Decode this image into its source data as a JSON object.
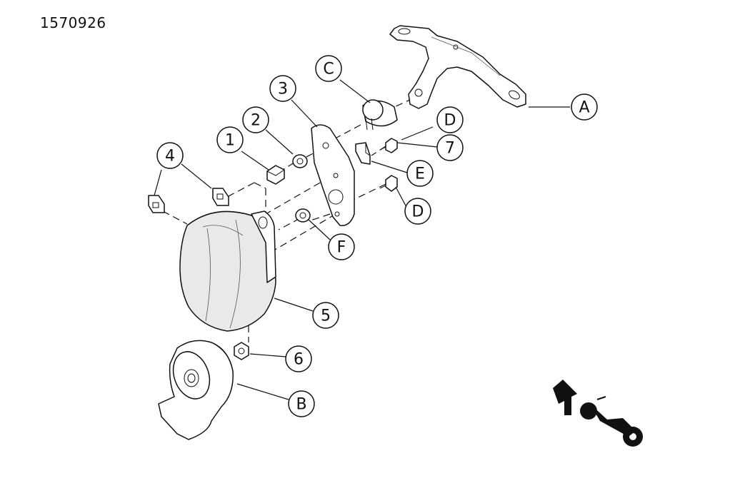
{
  "figure_number": "1570926",
  "callouts": [
    {
      "id": "A",
      "label": "A"
    },
    {
      "id": "B",
      "label": "B"
    },
    {
      "id": "C",
      "label": "C"
    },
    {
      "id": "D-upper",
      "label": "D"
    },
    {
      "id": "D-lower",
      "label": "D"
    },
    {
      "id": "E",
      "label": "E"
    },
    {
      "id": "F",
      "label": "F"
    },
    {
      "id": "1",
      "label": "1"
    },
    {
      "id": "2",
      "label": "2"
    },
    {
      "id": "3",
      "label": "3"
    },
    {
      "id": "4",
      "label": "4"
    },
    {
      "id": "5",
      "label": "5"
    },
    {
      "id": "6",
      "label": "6"
    },
    {
      "id": "7",
      "label": "7"
    }
  ],
  "icons": {
    "front_direction": "front-direction-arrow-motorcycle-icon"
  }
}
